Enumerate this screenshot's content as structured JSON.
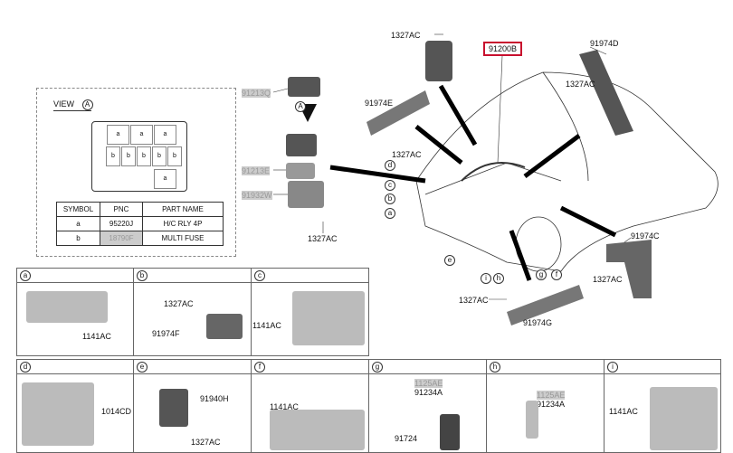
{
  "view": {
    "title": "VIEW",
    "marker": "A",
    "fuse_cells": [
      "a",
      "a",
      "a",
      "b",
      "b",
      "b",
      "b",
      "b",
      "a"
    ],
    "table": {
      "headers": [
        "SYMBOL",
        "PNC",
        "PART NAME"
      ],
      "rows": [
        [
          "a",
          "95220J",
          "H/C RLY 4P"
        ],
        [
          "b",
          "18790F",
          "MULTI FUSE"
        ]
      ]
    }
  },
  "main_labels": {
    "relay_cover": "91213Q",
    "relay_box": "91213E",
    "bracket_w": "91932W",
    "nut_left": "1327AC",
    "view_marker": "A",
    "nut_top": "1327AC",
    "harness_main": "91200B",
    "protector_d": "91974D",
    "nut_d": "1327AC",
    "protector_e": "91974E",
    "nut_e": "1327AC",
    "protector_c": "91974C",
    "nut_c": "1327AC",
    "protector_g": "91974G",
    "nut_g": "1327AC"
  },
  "detail_markers": [
    "d",
    "c",
    "b",
    "a",
    "e",
    "i",
    "h",
    "g",
    "f"
  ],
  "details": [
    {
      "id": "a",
      "labels": [
        "1141AC"
      ]
    },
    {
      "id": "b",
      "labels": [
        "1327AC",
        "91974F"
      ]
    },
    {
      "id": "c",
      "labels": [
        "1141AC"
      ]
    },
    {
      "id": "d",
      "labels": [
        "1014CD"
      ]
    },
    {
      "id": "e",
      "labels": [
        "91940H",
        "1327AC"
      ]
    },
    {
      "id": "f",
      "labels": [
        "1141AC"
      ]
    },
    {
      "id": "g",
      "labels": [
        "1125AE",
        "91234A",
        "91724"
      ]
    },
    {
      "id": "h",
      "labels": [
        "1125AE",
        "91234A"
      ]
    },
    {
      "id": "i",
      "labels": [
        "1141AC"
      ]
    }
  ]
}
